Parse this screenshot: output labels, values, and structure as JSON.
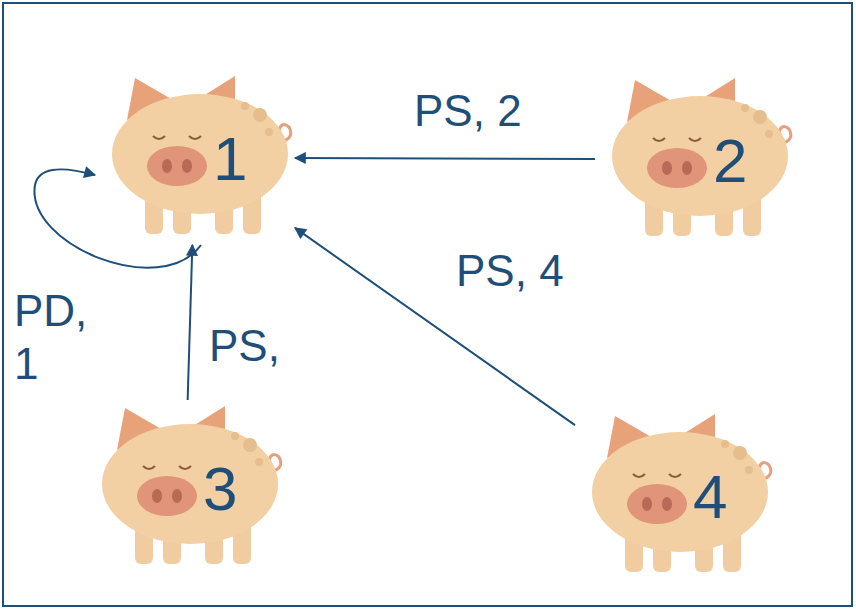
{
  "diagram": {
    "nodes": [
      {
        "text": [
          "1"
        ]
      },
      {
        "text": [
          "2"
        ]
      },
      {
        "text": [
          "3"
        ]
      },
      {
        "text": [
          "4"
        ]
      }
    ],
    "edges": [
      {
        "from": 0,
        "to": 0,
        "arrow": "to",
        "label": "PD, 1"
      },
      {
        "from": 1,
        "to": 0,
        "arrow": "to",
        "label": "PS, 2"
      },
      {
        "from": 2,
        "to": 0,
        "arrow": "to",
        "label": "PS,"
      },
      {
        "from": 3,
        "to": 0,
        "arrow": "to",
        "label": "PS, 4"
      }
    ]
  }
}
